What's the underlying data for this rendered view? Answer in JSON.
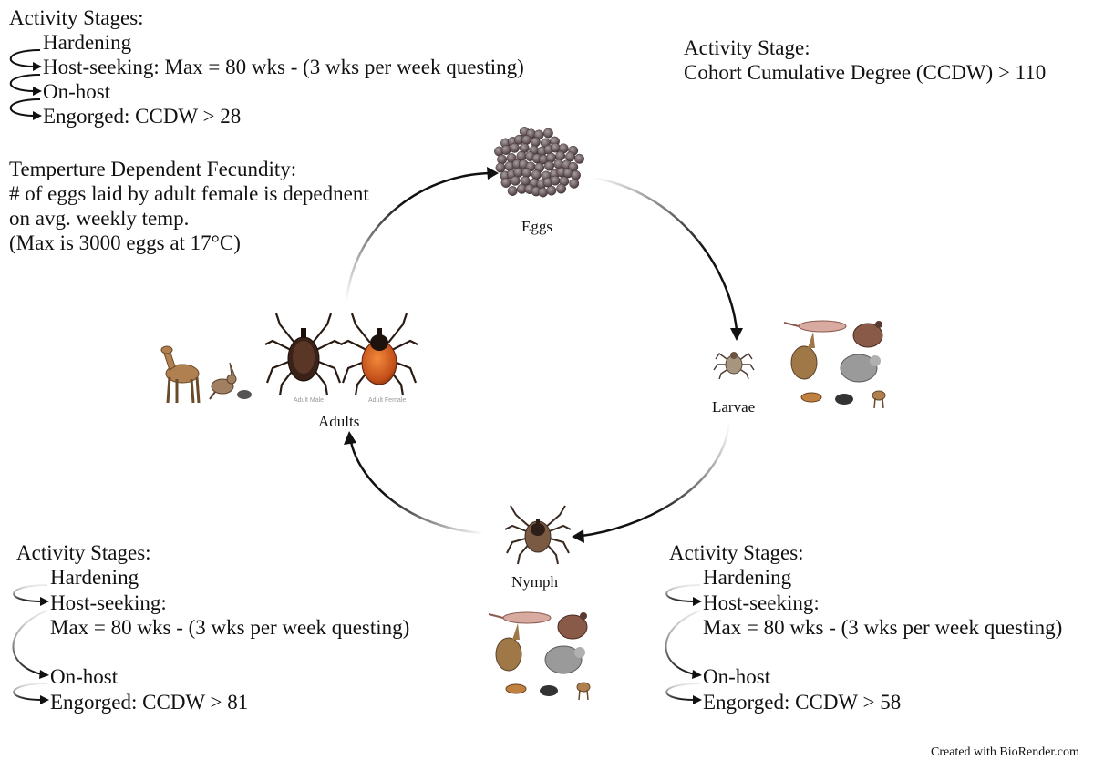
{
  "top_left": {
    "title": "Activity Stages:",
    "items": [
      "Hardening",
      "Host-seeking: Max = 80 wks - (3 wks  per week questing)",
      "On-host",
      "Engorged: CCDW > 28"
    ]
  },
  "top_right": {
    "title": "Activity Stage:",
    "line": "Cohort Cumulative Degree (CCDW) > 110"
  },
  "fecundity": {
    "title": "Temperture Dependent Fecundity:",
    "lines": [
      "# of eggs laid by adult female is depednent",
      "on avg. weekly temp.",
      "(Max is 3000 eggs at 17°C)"
    ]
  },
  "bottom_left": {
    "title": "Activity Stages:",
    "items": [
      "Hardening",
      "Host-seeking:",
      "Max = 80 wks - (3 wks  per week questing)",
      "On-host",
      "Engorged: CCDW > 81"
    ]
  },
  "bottom_right": {
    "title": "Activity Stages:",
    "items": [
      "Hardening",
      "Host-seeking:",
      "Max = 80 wks - (3 wks  per week questing)",
      "On-host",
      "Engorged: CCDW > 58"
    ]
  },
  "stages": {
    "eggs": "Eggs",
    "larvae": "Larvae",
    "nymph": "Nymph",
    "adults": "Adults",
    "adult_male_tag": "Adult Male",
    "adult_female_tag": "Adult Female"
  },
  "credit": "Created with BioRender.com"
}
